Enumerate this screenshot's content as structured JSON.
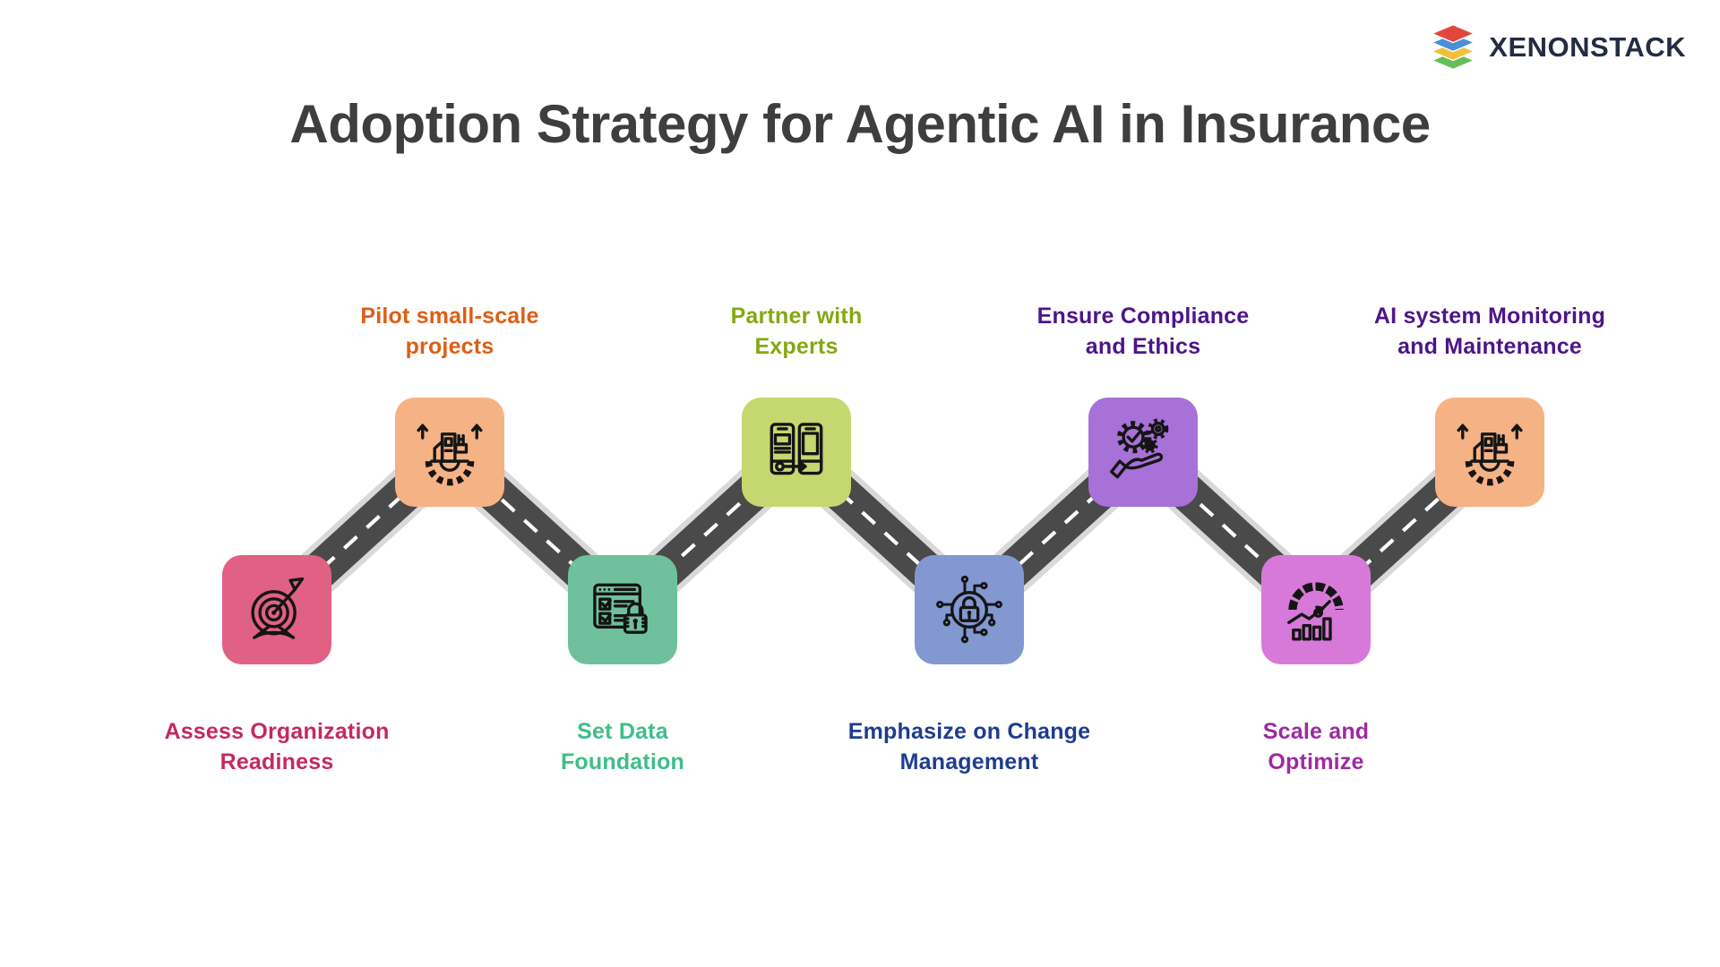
{
  "logo": {
    "text": "XENONSTACK",
    "text_color": "#232C42",
    "icon": "stacked-layers-icon",
    "layer_colors": [
      "#E0483B",
      "#4A8FD9",
      "#F0C03C",
      "#67BD57"
    ]
  },
  "title": {
    "text": "Adoption Strategy for Agentic AI in Insurance",
    "color": "#3E3E3E"
  },
  "road": {
    "surface_color": "#4A4A4A",
    "edge_color": "#D9D9D9",
    "dash_color": "#FFFFFF"
  },
  "steps": [
    {
      "label": "Assess Organization Readiness",
      "lines": [
        "Assess Organization",
        "Readiness"
      ],
      "label_color": "#C42A5B",
      "box_color": "#E06183",
      "icon": "target-arrow-icon",
      "row": "bottom"
    },
    {
      "label": "Pilot small-scale projects",
      "lines": [
        "Pilot small-scale",
        "projects"
      ],
      "label_color": "#DC5F15",
      "box_color": "#F5B285",
      "icon": "growth-factory-icon",
      "row": "top"
    },
    {
      "label": "Set Data Foundation",
      "lines": [
        "Set Data",
        "Foundation"
      ],
      "label_color": "#3FBD8B",
      "box_color": "#6FC09C",
      "icon": "checklist-lock-icon",
      "row": "bottom"
    },
    {
      "label": "Partner with Experts",
      "lines": [
        "Partner with",
        "Experts"
      ],
      "label_color": "#85A813",
      "box_color": "#C5D76F",
      "icon": "phone-transfer-icon",
      "row": "top"
    },
    {
      "label": "Emphasize on Change Management",
      "lines": [
        "Emphasize on Change",
        "Management"
      ],
      "label_color": "#1D3D8F",
      "box_color": "#8397D1",
      "icon": "circuit-lock-icon",
      "row": "bottom"
    },
    {
      "label": "Ensure Compliance and Ethics",
      "lines": [
        "Ensure Compliance",
        "and Ethics"
      ],
      "label_color": "#4C1687",
      "box_color": "#A771D7",
      "icon": "compliance-hand-icon",
      "row": "top"
    },
    {
      "label": "Scale and Optimize",
      "lines": [
        "Scale and",
        "Optimize"
      ],
      "label_color": "#9E2AA0",
      "box_color": "#D779D9",
      "icon": "scale-gauge-icon",
      "row": "bottom"
    },
    {
      "label": "AI system Monitoring and Maintenance",
      "lines": [
        "AI system Monitoring",
        "and Maintenance"
      ],
      "label_color": "#4C1687",
      "box_color": "#F5B285",
      "icon": "growth-factory-icon",
      "row": "top"
    }
  ]
}
